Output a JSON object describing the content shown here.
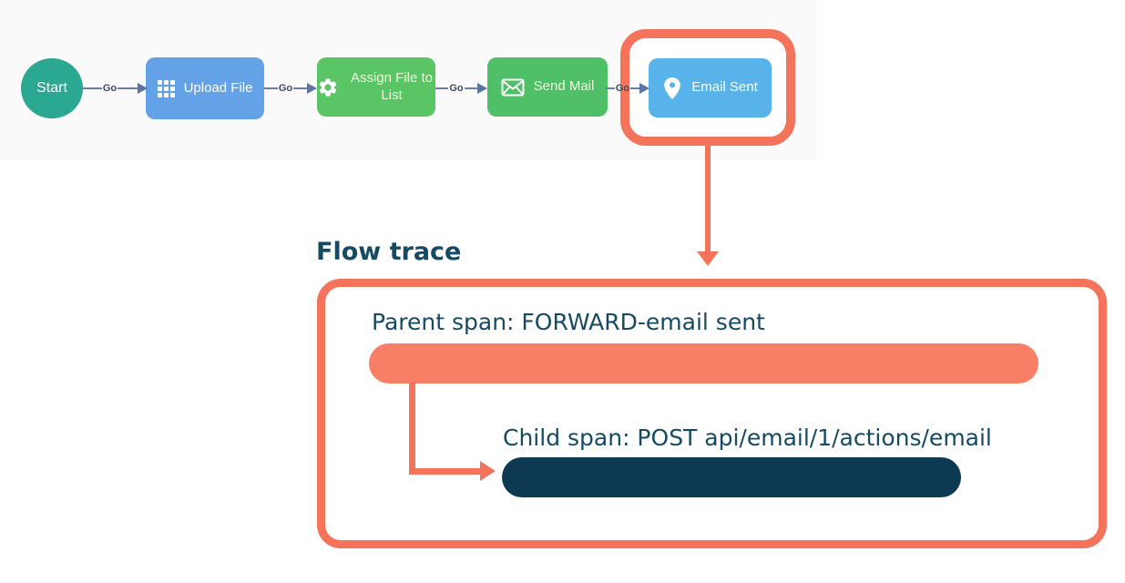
{
  "workflow": {
    "connector_label": "Go",
    "nodes": [
      {
        "label": "Start",
        "type": "start",
        "color": "#2aa891"
      },
      {
        "label": "Upload File",
        "icon": "grid-icon",
        "color": "#64a2e7"
      },
      {
        "label": "Assign File to List",
        "icon": "gear-icon",
        "color": "#5ac564"
      },
      {
        "label": "Send Mail",
        "icon": "mail-icon",
        "color": "#4fbf68"
      },
      {
        "label": "Email Sent",
        "icon": "pin-icon",
        "color": "#58b3ea"
      }
    ]
  },
  "trace": {
    "title": "Flow trace",
    "parent_span": {
      "label": "Parent span: FORWARD-email sent",
      "bar_color": "#f97e66"
    },
    "child_span": {
      "label": "Child span: POST api/email/1/actions/email",
      "bar_color": "#0d3a52"
    }
  },
  "colors": {
    "highlight": "#f4735a",
    "trace_text": "#164a63",
    "connector_line": "#6b7ca6",
    "connector_arrow": "#5c73a5",
    "go_text": "#3d4a5d",
    "band_background": "#fafafa"
  }
}
